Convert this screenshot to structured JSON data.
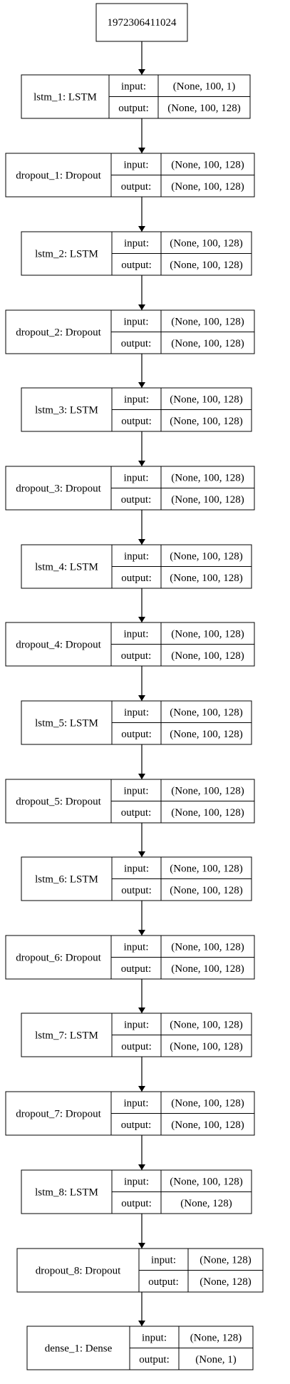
{
  "diagram": {
    "input_node": "1972306411024",
    "port_labels": {
      "input": "input:",
      "output": "output:"
    },
    "layers": [
      {
        "name": "lstm_1: LSTM",
        "input": "(None, 100, 1)",
        "output": "(None, 100, 128)"
      },
      {
        "name": "dropout_1: Dropout",
        "input": "(None, 100, 128)",
        "output": "(None, 100, 128)"
      },
      {
        "name": "lstm_2: LSTM",
        "input": "(None, 100, 128)",
        "output": "(None, 100, 128)"
      },
      {
        "name": "dropout_2: Dropout",
        "input": "(None, 100, 128)",
        "output": "(None, 100, 128)"
      },
      {
        "name": "lstm_3: LSTM",
        "input": "(None, 100, 128)",
        "output": "(None, 100, 128)"
      },
      {
        "name": "dropout_3: Dropout",
        "input": "(None, 100, 128)",
        "output": "(None, 100, 128)"
      },
      {
        "name": "lstm_4: LSTM",
        "input": "(None, 100, 128)",
        "output": "(None, 100, 128)"
      },
      {
        "name": "dropout_4: Dropout",
        "input": "(None, 100, 128)",
        "output": "(None, 100, 128)"
      },
      {
        "name": "lstm_5: LSTM",
        "input": "(None, 100, 128)",
        "output": "(None, 100, 128)"
      },
      {
        "name": "dropout_5: Dropout",
        "input": "(None, 100, 128)",
        "output": "(None, 100, 128)"
      },
      {
        "name": "lstm_6: LSTM",
        "input": "(None, 100, 128)",
        "output": "(None, 100, 128)"
      },
      {
        "name": "dropout_6: Dropout",
        "input": "(None, 100, 128)",
        "output": "(None, 100, 128)"
      },
      {
        "name": "lstm_7: LSTM",
        "input": "(None, 100, 128)",
        "output": "(None, 100, 128)"
      },
      {
        "name": "dropout_7: Dropout",
        "input": "(None, 100, 128)",
        "output": "(None, 100, 128)"
      },
      {
        "name": "lstm_8: LSTM",
        "input": "(None, 100, 128)",
        "output": "(None, 128)"
      },
      {
        "name": "dropout_8: Dropout",
        "input": "(None, 128)",
        "output": "(None, 128)"
      },
      {
        "name": "dense_1: Dense",
        "input": "(None, 128)",
        "output": "(None, 1)"
      }
    ]
  }
}
